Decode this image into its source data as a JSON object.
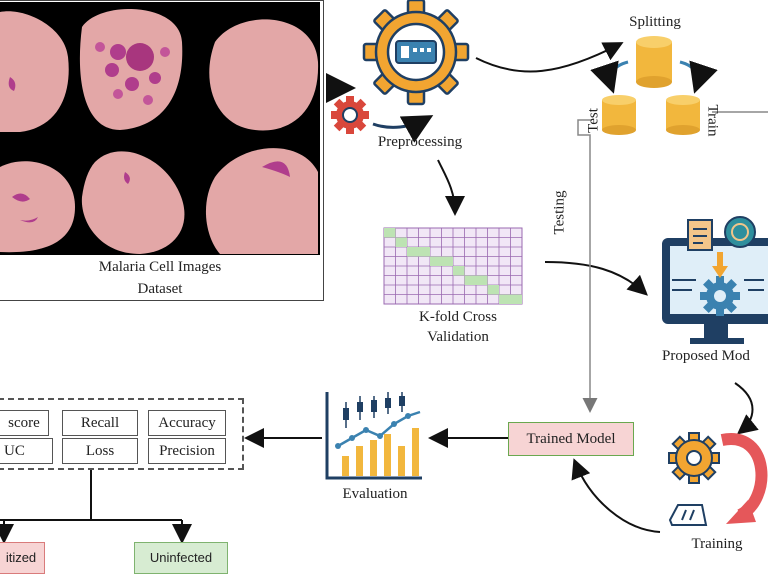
{
  "dataset": {
    "title_line1": "Malaria Cell Images",
    "title_line2": "Dataset"
  },
  "preprocessing": {
    "label": "Preprocessing"
  },
  "splitting": {
    "label": "Splitting",
    "test_label": "Test",
    "train_label": "Train"
  },
  "kfold": {
    "label_line1": "K-fold Cross",
    "label_line2": "Validation"
  },
  "testing": {
    "label": "Testing"
  },
  "proposed_model": {
    "label": "Proposed Mod"
  },
  "trained_model": {
    "label": "Trained Model"
  },
  "training": {
    "label": "Training"
  },
  "evaluation": {
    "label": "Evaluation"
  },
  "metrics": {
    "row1": [
      "score",
      "Recall",
      "Accuracy"
    ],
    "row2": [
      "UC",
      "Loss",
      "Precision"
    ]
  },
  "outcomes": {
    "parasitized": "itized",
    "uninfected": "Uninfected"
  },
  "colors": {
    "gear_orange": "#f2a531",
    "navy": "#1f3f63",
    "teal": "#3b82b0",
    "pink_box": "#f7d4d4",
    "green_box": "#d7ecd2",
    "cell_pink": "#e3a7a7",
    "stain_purple": "#b03d8c"
  }
}
